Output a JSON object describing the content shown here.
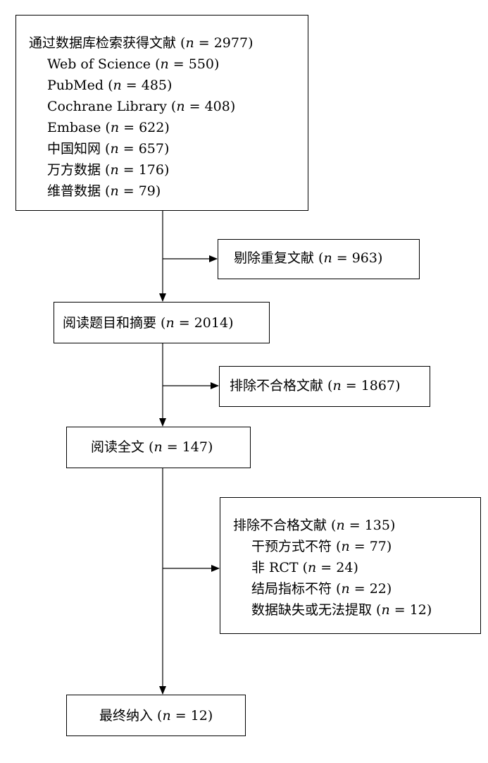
{
  "search": {
    "title": "通过数据库检索获得文献",
    "n": "2977",
    "items": [
      {
        "name": "Web of Science",
        "n": "550"
      },
      {
        "name": "PubMed",
        "n": "485"
      },
      {
        "name": "Cochrane Library",
        "n": "408"
      },
      {
        "name": "Embase",
        "n": "622"
      },
      {
        "name": "中国知网",
        "n": "657"
      },
      {
        "name": "万方数据",
        "n": "176"
      },
      {
        "name": "维普数据",
        "n": "79"
      }
    ]
  },
  "duplicates": {
    "label": "剔除重复文献",
    "n": "963"
  },
  "screening": {
    "label": "阅读题目和摘要",
    "n": "2014"
  },
  "excluded_screening": {
    "label": "排除不合格文献",
    "n": "1867"
  },
  "fulltext": {
    "label": "阅读全文",
    "n": "147"
  },
  "excluded_fulltext": {
    "label": "排除不合格文献",
    "n": "135",
    "reasons": [
      {
        "name": "干预方式不符",
        "n": "77"
      },
      {
        "name": "非 RCT",
        "n": "24"
      },
      {
        "name": "结局指标不符",
        "n": "22"
      },
      {
        "name": "数据缺失或无法提取",
        "n": "12"
      }
    ]
  },
  "included": {
    "label": "最终纳入",
    "n": "12"
  },
  "n_symbol": "n",
  "equals": " = "
}
